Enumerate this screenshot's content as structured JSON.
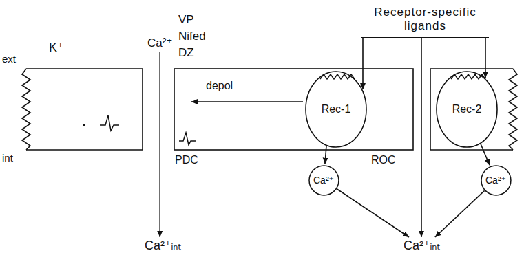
{
  "diagram": {
    "nodes": [
      {
        "text": [
          "Receptor-specific ligands"
        ]
      },
      {
        "text": [
          "Rec-1"
        ]
      },
      {
        "text": [
          "Ca²⁺"
        ]
      },
      {
        "text": [
          "Rec-2"
        ]
      },
      {
        "text": [
          "Ca²⁺"
        ]
      },
      {
        "text": [
          "Ca²⁺"
        ]
      },
      {
        "text": [
          "Ca²⁺ᵢₙₜ"
        ]
      },
      {
        "text": [
          "Ca²⁺ᵢₙₜ"
        ]
      }
    ],
    "edges": [
      {
        "from": 0,
        "to": 1,
        "arrow": "to"
      },
      {
        "from": 0,
        "to": 3,
        "arrow": "to"
      },
      {
        "from": 0,
        "to": 7,
        "arrow": "to"
      },
      {
        "from": 2,
        "to": 7,
        "arrow": "to"
      },
      {
        "from": 4,
        "to": 7,
        "arrow": "to"
      },
      {
        "from": 5,
        "to": 6,
        "arrow": "to"
      },
      {
        "from": 1,
        "to": 2,
        "arrow": "to"
      },
      {
        "from": 3,
        "to": 4,
        "arrow": "to"
      }
    ],
    "labels": [
      "ext",
      "K⁺",
      "int",
      "VP",
      "Nifed",
      "DZ",
      "depol",
      "PDC",
      "ROC"
    ]
  }
}
